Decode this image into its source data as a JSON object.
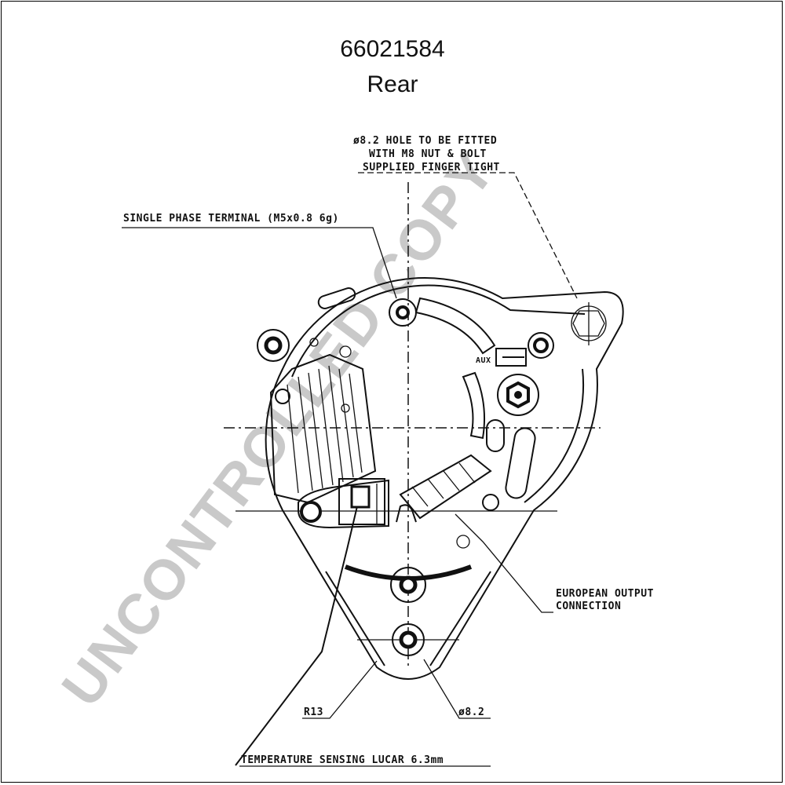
{
  "header": {
    "part_number": "66021584",
    "view": "Rear"
  },
  "annotations": {
    "hole_note_line1": "ø8.2 HOLE TO BE FITTED",
    "hole_note_line2": "WITH M8 NUT & BOLT",
    "hole_note_line3": "SUPPLIED FINGER TIGHT",
    "single_phase": "SINGLE PHASE TERMINAL (M5x0.8 6g)",
    "european_output_line1": "EUROPEAN OUTPUT",
    "european_output_line2": "CONNECTION",
    "radius": "R13",
    "hole_dia": "ø8.2",
    "temp_sensing": "TEMPERATURE SENSING LUCAR 6.3mm",
    "aux": "AUX"
  },
  "watermark": {
    "text": "UNCONTROLLED COPY",
    "color": "#c9c9c9"
  }
}
